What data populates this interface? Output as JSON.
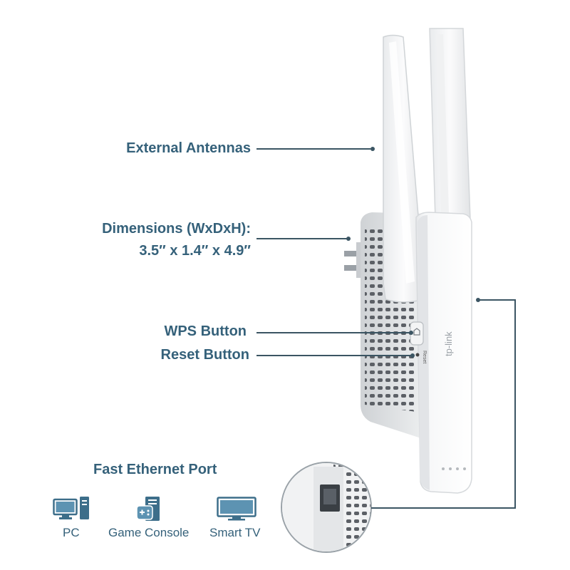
{
  "callouts": {
    "external_antennas": "External Antennas",
    "dimensions_title": "Dimensions (WxDxH):",
    "dimensions_value": "3.5″ x 1.4″ x 4.9″",
    "wps_button": "WPS Button",
    "reset_button": "Reset Button"
  },
  "ethernet": {
    "title": "Fast Ethernet Port",
    "devices": [
      {
        "label": "PC",
        "icon": "pc-icon"
      },
      {
        "label": "Game Console",
        "icon": "game-console-icon"
      },
      {
        "label": "Smart TV",
        "icon": "smart-tv-icon"
      }
    ]
  },
  "product": {
    "brand": "tp-link",
    "reset_text": "Reset"
  },
  "colors": {
    "label_text": "#35617a",
    "leader_line": "#3b5563",
    "device_body": "#ffffff",
    "icon_blue": "#3d6e8a"
  }
}
